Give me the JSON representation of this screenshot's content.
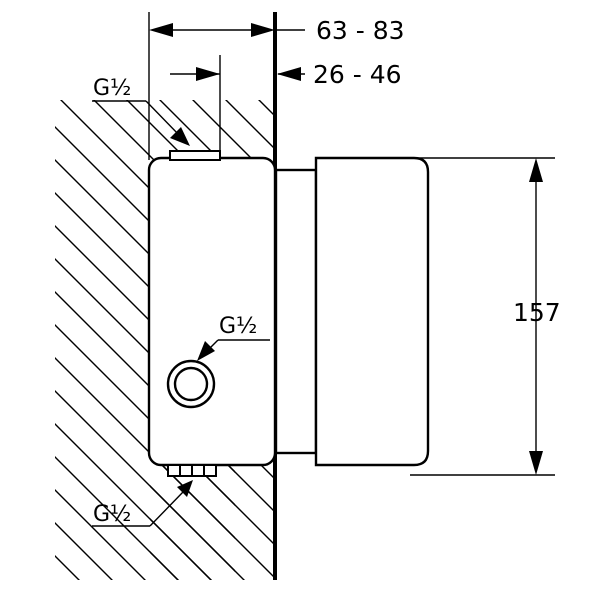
{
  "dimensions": {
    "overall_depth": "63 - 83",
    "install_depth": "26 - 46",
    "height": "157"
  },
  "connections": {
    "top": "G½",
    "middle": "G½",
    "bottom": "G½"
  }
}
